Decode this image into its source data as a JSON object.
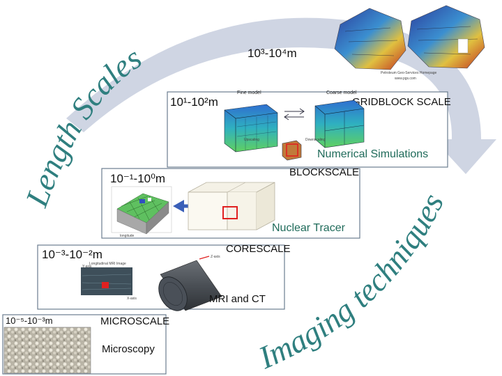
{
  "arcs": {
    "length_scales": "Length Scales",
    "imaging_techniques": "Imaging techniques"
  },
  "scales": {
    "s1": "10³-10⁴m",
    "s2": "10¹-10²m",
    "s3": "10⁻¹-10⁰m",
    "s4": "10⁻³-10⁻²m",
    "s5": "10⁻⁵-10⁻³m"
  },
  "labels": {
    "gridblock": "GRIDBLOCK SCALE",
    "numerical": "Numerical Simulations",
    "blockscale": "BLOCKSCALE",
    "nuclear": "Nuclear Tracer",
    "corescale": "CORESCALE",
    "mri": "MRI and CT",
    "microscale": "MICROSCALE",
    "microscopy": "Microscopy"
  },
  "credit": {
    "line1": "Petroleum Geo-Services Homepage",
    "line2": "www.pgs.com"
  },
  "figure_text": {
    "fine_model": "Fine model",
    "coarse_model": "Coarse model",
    "upscaling": "Upscaling",
    "downscaling": "Downscaling",
    "long_image": "Longitudinal MRI Image",
    "y_axis": "Y-axis",
    "x_axis": "X-axis",
    "z_axis": "Z-axis",
    "longitude": "longitude"
  },
  "colors": {
    "arc_text": "#2f7f7f",
    "arrow": "#cfd5e3",
    "box_border": "#6b7d8f",
    "marker_red": "#e02020",
    "link_arrow": "#3a5fb8"
  }
}
